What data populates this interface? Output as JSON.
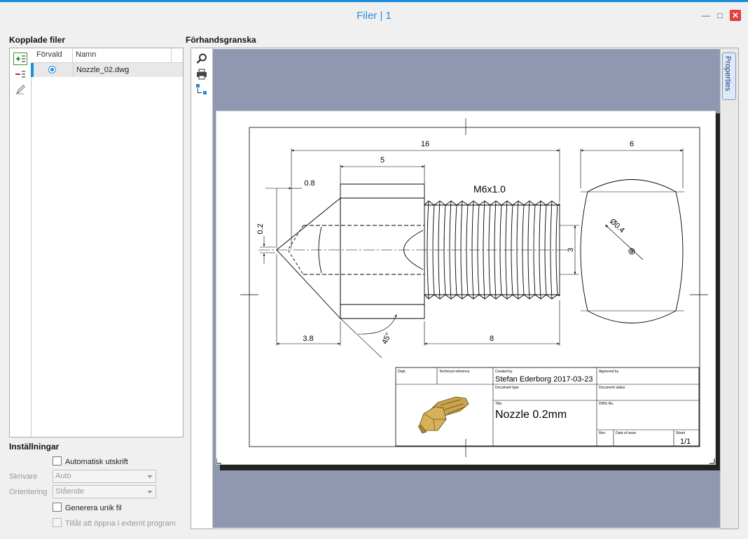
{
  "window": {
    "title": "Filer | 1"
  },
  "files": {
    "label": "Kopplade filer",
    "columns": {
      "default": "Förvald",
      "name": "Namn"
    },
    "rows": [
      {
        "name": "Nozzle_02.dwg",
        "default": true
      }
    ]
  },
  "settings": {
    "label": "Inställningar",
    "auto_print": "Automatisk utskrift",
    "printer_label": "Skrivare",
    "printer_value": "Auto",
    "orientation_label": "Orientering",
    "orientation_value": "Stående",
    "unique_file": "Generera unik fil",
    "allow_external": "Tillåt att öppna i externt program"
  },
  "preview": {
    "label": "Förhandsgranska",
    "properties_tab": "Properties"
  },
  "drawing": {
    "dimensions": {
      "overall_length": "16",
      "hex_length": "5",
      "chamfer": "0.8",
      "tip_diameter": "0.2",
      "thread_label": "M6x1.0",
      "bore_diameter": "3",
      "hex_width": "6",
      "orifice": "Ø0.4",
      "tip_length": "3.8",
      "thread_length": "8",
      "cone_angle": "45°"
    },
    "title_block": {
      "dept_label": "Dept.",
      "tech_ref_label": "Technical reference",
      "created_by_label": "Created by",
      "created_by": "Stefan Ederborg 2017-03-23",
      "approved_by_label": "Approved by",
      "doc_type_label": "Document type",
      "doc_status_label": "Document status",
      "title_label": "Title",
      "title": "Nozzle 0.2mm",
      "dwg_no_label": "DWG No.",
      "rev_label": "Rev.",
      "date_of_issue_label": "Date of issue",
      "sheet_label": "Sheet",
      "sheet": "1/1"
    }
  }
}
